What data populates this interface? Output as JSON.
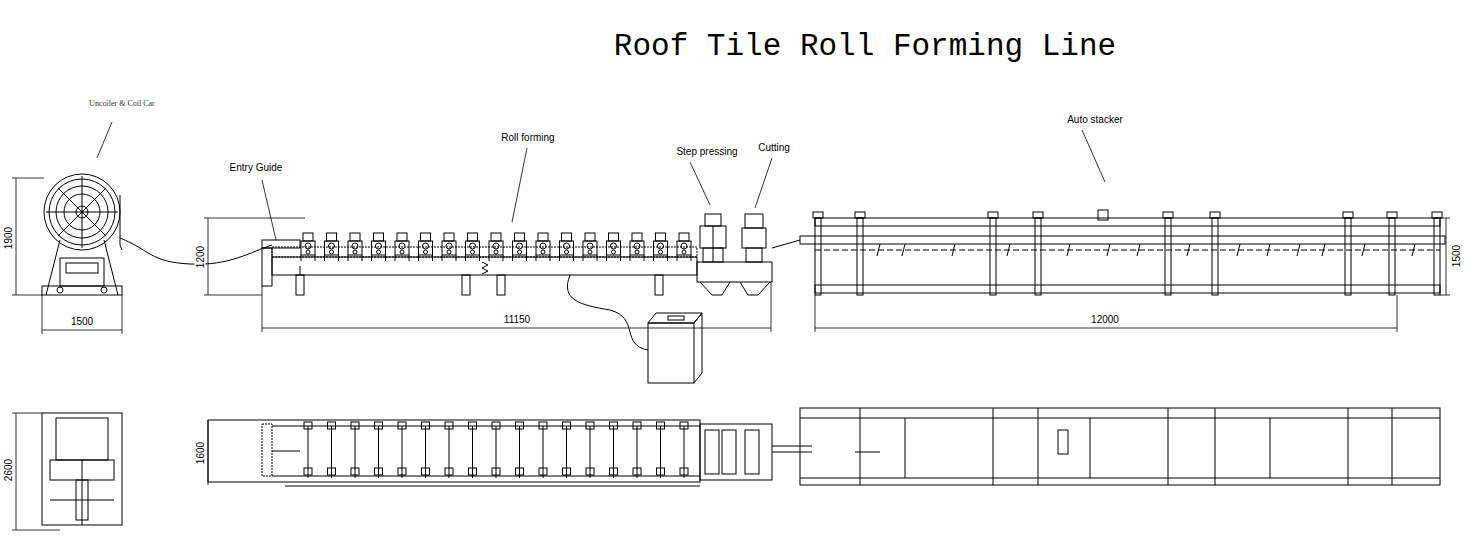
{
  "diagram": {
    "title": "Roof Tile Roll Forming Line",
    "labels": [
      "Uncoiler & Coil Car",
      "Entry Guide",
      "Roll forming",
      "Step pressing",
      "Cutting",
      "Auto stacker",
      "1900",
      "1200",
      "1500",
      "11150",
      "12000",
      "1500",
      "2600",
      "1600"
    ]
  }
}
